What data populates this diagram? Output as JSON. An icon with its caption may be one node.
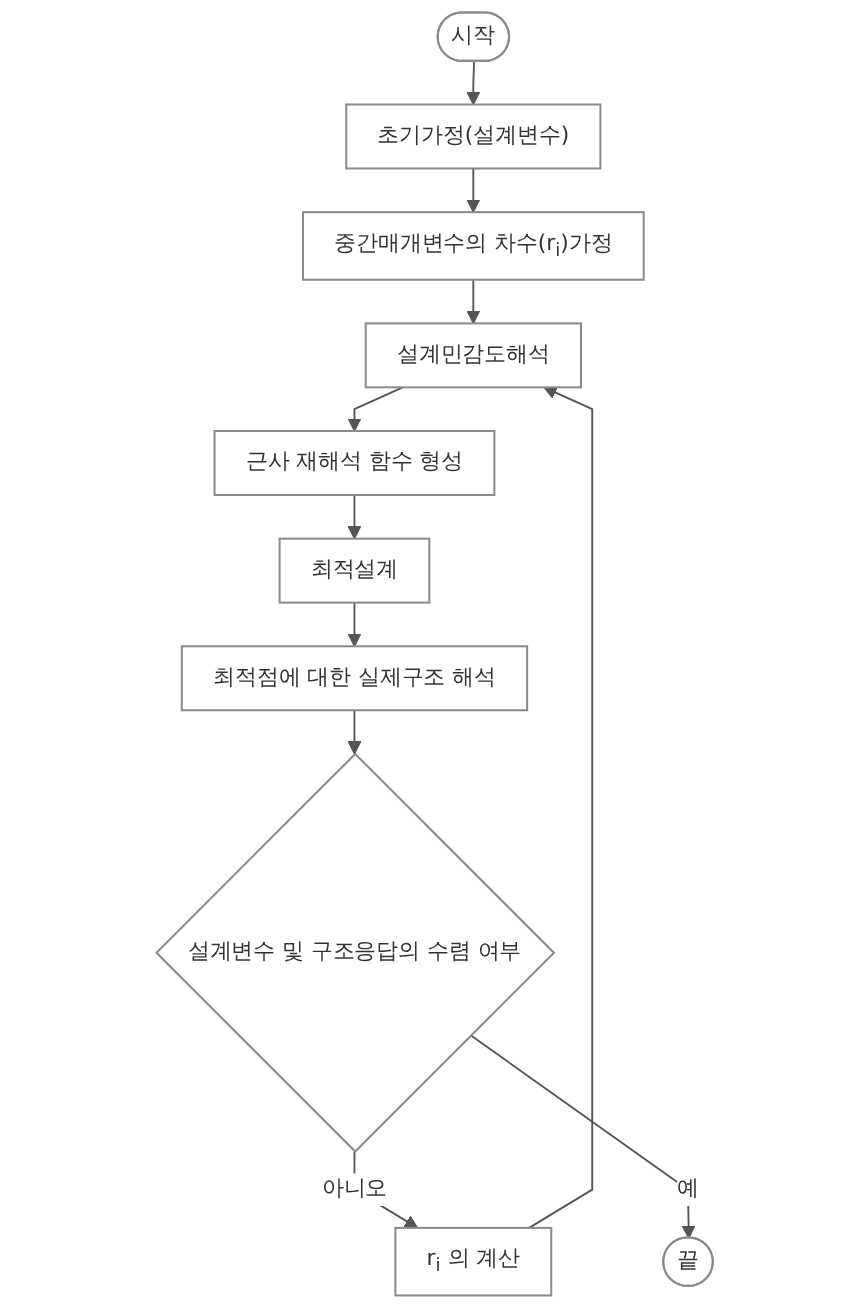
{
  "diagram": {
    "nodes": [
      {
        "text": [
          "시작"
        ]
      },
      {
        "text": [
          "초기가정(설계변수)"
        ]
      },
      {
        "text": [
          "중간매개변수의 차수(r$_{i}$)가정"
        ]
      },
      {
        "text": [
          "설계민감도해석"
        ]
      },
      {
        "text": [
          "근사 재해석 함수 형성"
        ]
      },
      {
        "text": [
          "최적설계"
        ]
      },
      {
        "text": [
          "최적점에 대한 실제구조 해석"
        ]
      },
      {
        "text": [
          "설계변수 및 구조응답의 수렴 여부"
        ]
      },
      {
        "text": [
          "끝"
        ]
      },
      {
        "text": [
          "r$_{i}$ 의 계산"
        ]
      }
    ],
    "edges": [
      {
        "from": 0,
        "to": 1,
        "arrow": "to"
      },
      {
        "from": 1,
        "to": 2,
        "arrow": "to"
      },
      {
        "from": 2,
        "to": 3,
        "arrow": "to"
      },
      {
        "from": 3,
        "to": 4,
        "arrow": "to"
      },
      {
        "from": 4,
        "to": 5,
        "arrow": "to"
      },
      {
        "from": 5,
        "to": 6,
        "arrow": "to"
      },
      {
        "from": 6,
        "to": 7,
        "arrow": "to"
      },
      {
        "from": 7,
        "to": 9,
        "label": "아니오",
        "arrow": "to"
      },
      {
        "from": 9,
        "to": 3,
        "arrow": "to"
      },
      {
        "from": 7,
        "to": 8,
        "label": "예",
        "arrow": "to"
      }
    ]
  }
}
